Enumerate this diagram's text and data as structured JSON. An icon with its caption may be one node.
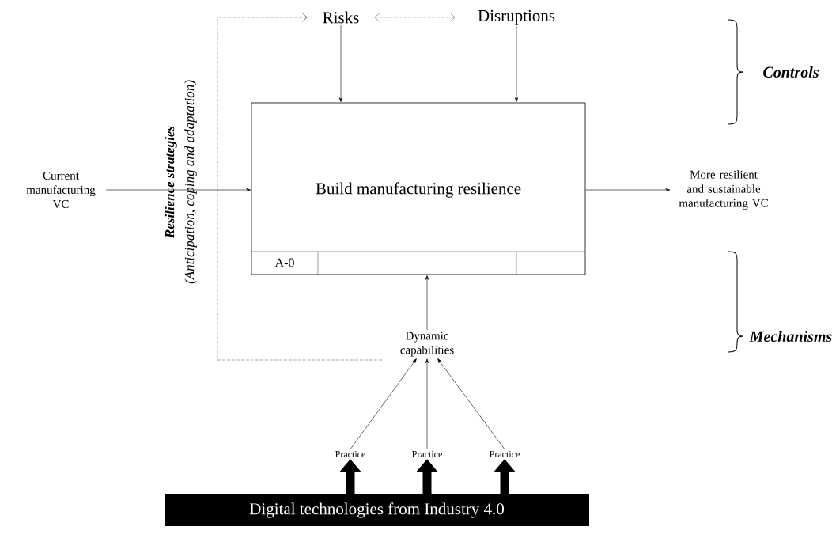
{
  "diagram": {
    "nodes": [
      {
        "text": [
          "Risks"
        ]
      },
      {
        "text": [
          "Disruptions"
        ]
      },
      {
        "text": [
          "Build manufacturing resilience",
          "A-0"
        ]
      },
      {
        "text": [
          "Current manufacturing VC"
        ]
      },
      {
        "text": [
          "More resilient and sustainable manufacturing VC"
        ]
      },
      {
        "text": [
          "Dynamic capabilities"
        ]
      },
      {
        "text": [
          "Practice"
        ]
      },
      {
        "text": [
          "Practice"
        ]
      },
      {
        "text": [
          "Practice"
        ]
      },
      {
        "text": [
          "Digital technologies from Industry 4.0"
        ]
      }
    ],
    "edges": [
      {
        "from": 0,
        "to": 1,
        "arrow": "both",
        "style": "dashed",
        "color": "#909090"
      },
      {
        "from": 0,
        "to": 2,
        "arrow": "to"
      },
      {
        "from": 1,
        "to": 2,
        "arrow": "to"
      },
      {
        "from": 3,
        "to": 2,
        "arrow": "to"
      },
      {
        "from": 2,
        "to": 4,
        "arrow": "to"
      },
      {
        "from": 5,
        "to": 2,
        "arrow": "to"
      },
      {
        "from": 5,
        "to": 0,
        "arrow": "to",
        "style": "dashed",
        "color": "#707070"
      },
      {
        "from": 6,
        "to": 5,
        "arrow": "to"
      },
      {
        "from": 7,
        "to": 5,
        "arrow": "to"
      },
      {
        "from": 8,
        "to": 5,
        "arrow": "to"
      },
      {
        "from": 9,
        "to": 6,
        "arrow": "to",
        "style": "thick"
      },
      {
        "from": 9,
        "to": 7,
        "arrow": "to",
        "style": "thick"
      },
      {
        "from": 9,
        "to": 8,
        "arrow": "to",
        "style": "thick"
      }
    ],
    "labels": [
      "Resilience strategies",
      "(Anticipation, coping and adaptation)",
      "Controls",
      "Mechanisms"
    ]
  }
}
